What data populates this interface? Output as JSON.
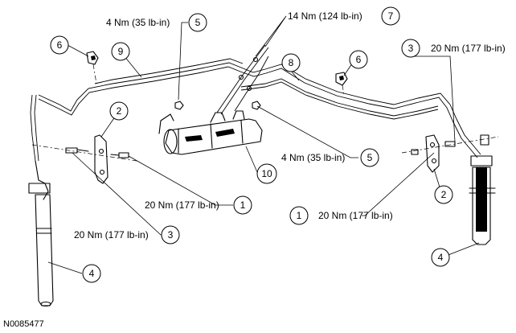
{
  "callouts": [
    {
      "id": "c5-top",
      "number": "5",
      "text": "4 Nm (35 lb-in)"
    },
    {
      "id": "c7",
      "number": "7",
      "text": "14 Nm (124 lb-in)"
    },
    {
      "id": "c6-left",
      "number": "6",
      "text": ""
    },
    {
      "id": "c9",
      "number": "9",
      "text": ""
    },
    {
      "id": "c3-top",
      "number": "3",
      "text": "20 Nm (177 lb-in)"
    },
    {
      "id": "c8",
      "number": "8",
      "text": ""
    },
    {
      "id": "c6-right",
      "number": "6",
      "text": ""
    },
    {
      "id": "c2-left",
      "number": "2",
      "text": ""
    },
    {
      "id": "c5-mid",
      "number": "5",
      "text": "4 Nm (35 lb-in)"
    },
    {
      "id": "c10",
      "number": "10",
      "text": ""
    },
    {
      "id": "c2-right",
      "number": "2",
      "text": ""
    },
    {
      "id": "c1-left",
      "number": "1",
      "text": "20 Nm (177 lb-in)"
    },
    {
      "id": "c1-right",
      "number": "1",
      "text": "20 Nm (177 lb-in)"
    },
    {
      "id": "c3-bottom",
      "number": "3",
      "text": "20 Nm (177 lb-in)"
    },
    {
      "id": "c4-left",
      "number": "4",
      "text": ""
    },
    {
      "id": "c4-right",
      "number": "4",
      "text": ""
    }
  ],
  "figure_code": "N0085477"
}
